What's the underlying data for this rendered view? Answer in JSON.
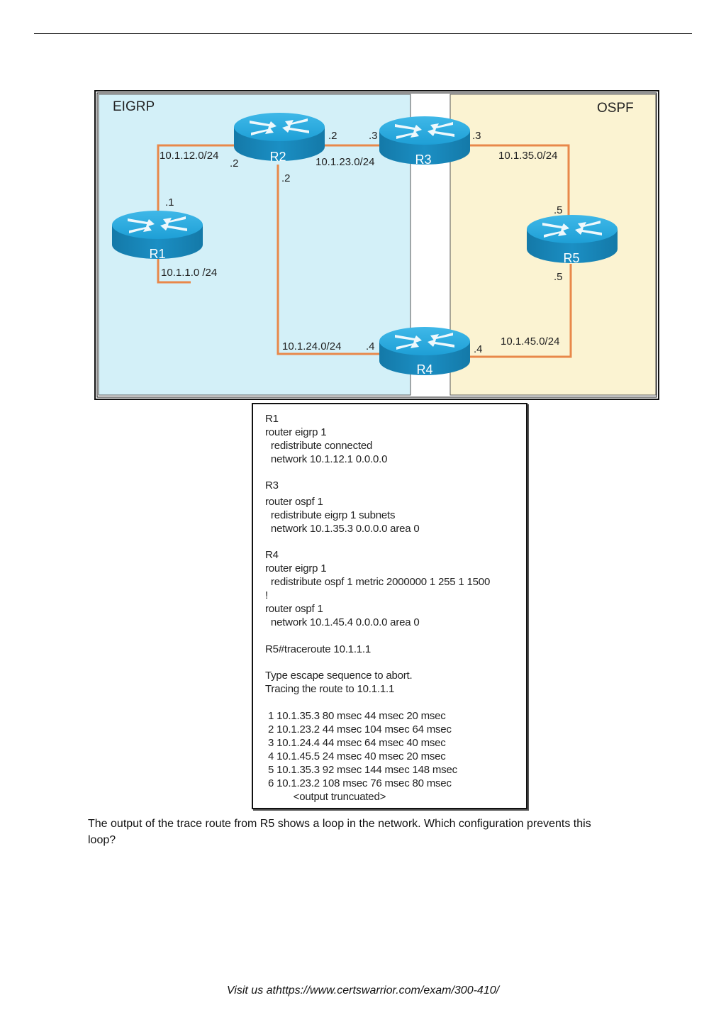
{
  "diagram": {
    "areas": [
      {
        "name": "EIGRP",
        "color": "#d3f0f8"
      },
      {
        "name": "OSPF",
        "color": "#fbf3d2"
      }
    ],
    "link_color": "#e8884a",
    "router_color": "#1b8fc4",
    "routers": [
      {
        "id": "R1",
        "label": "R1"
      },
      {
        "id": "R2",
        "label": "R2"
      },
      {
        "id": "R3",
        "label": "R3"
      },
      {
        "id": "R4",
        "label": "R4"
      },
      {
        "id": "R5",
        "label": "R5"
      }
    ],
    "subnets": {
      "r1_r2": "10.1.12.0/24",
      "r2_r3": "10.1.23.0/24",
      "r3_r5": "10.1.35.0/24",
      "r2_r4": "10.1.24.0/24",
      "r4_r5": "10.1.45.0/24",
      "r1_lan": "10.1.1.0 /24"
    },
    "interfaces": {
      "r2_to_r1": ".2",
      "r1_to_r2": ".1",
      "r2_to_r3": ".2",
      "r3_to_r2": ".3",
      "r3_to_r5": ".3",
      "r5_to_r3": ".5",
      "r2_to_r4": ".2",
      "r4_to_r2": ".4",
      "r4_to_r5": ".4",
      "r5_to_r4": ".5"
    }
  },
  "config": {
    "lines": [
      "R1",
      "router eigrp 1",
      "  redistribute connected",
      "  network 10.1.12.1 0.0.0.0",
      "R3",
      "router ospf 1",
      "  redistribute eigrp 1 subnets",
      "  network 10.1.35.3 0.0.0.0 area 0",
      "R4",
      "router eigrp 1",
      "  redistribute ospf 1 metric 2000000 1 255 1 1500",
      "!",
      "router ospf 1",
      "  network 10.1.45.4 0.0.0.0 area 0",
      "R5#traceroute 10.1.1.1",
      "Type escape sequence to abort.",
      "Tracing the route to 10.1.1.1",
      " 1 10.1.35.3 80 msec 44 msec 20 msec",
      " 2 10.1.23.2 44 msec 104 msec 64 msec",
      " 3 10.1.24.4 44 msec 64 msec 40 msec",
      " 4 10.1.45.5 24 msec 40 msec 20 msec",
      " 5 10.1.35.3 92 msec 144 msec 148 msec",
      " 6 10.1.23.2 108 msec 76 msec 80 msec",
      "          <output truncuated>"
    ]
  },
  "question": "The output of the trace route from R5 shows a loop in the network. Which configuration prevents this loop?",
  "footer": "Visit us athttps://www.certswarrior.com/exam/300-410/"
}
